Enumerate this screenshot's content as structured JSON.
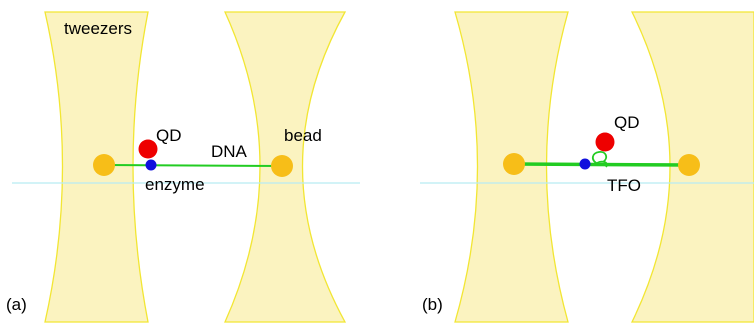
{
  "panels": [
    {
      "tag": "(a)",
      "labels": {
        "tweezers": "tweezers",
        "qd": "QD",
        "dna": "DNA",
        "bead": "bead",
        "enzyme": "enzyme"
      }
    },
    {
      "tag": "(b)",
      "labels": {
        "qd": "QD",
        "tfo": "TFO"
      }
    }
  ],
  "colors": {
    "beam_fill": "#fbf3c0",
    "beam_edge": "#f2e633",
    "bead": "#f7be18",
    "quantum_dot": "#ee0000",
    "enzyme": "#1010dd",
    "dna": "#22cc22",
    "axis_line": "#b8ecf2"
  }
}
